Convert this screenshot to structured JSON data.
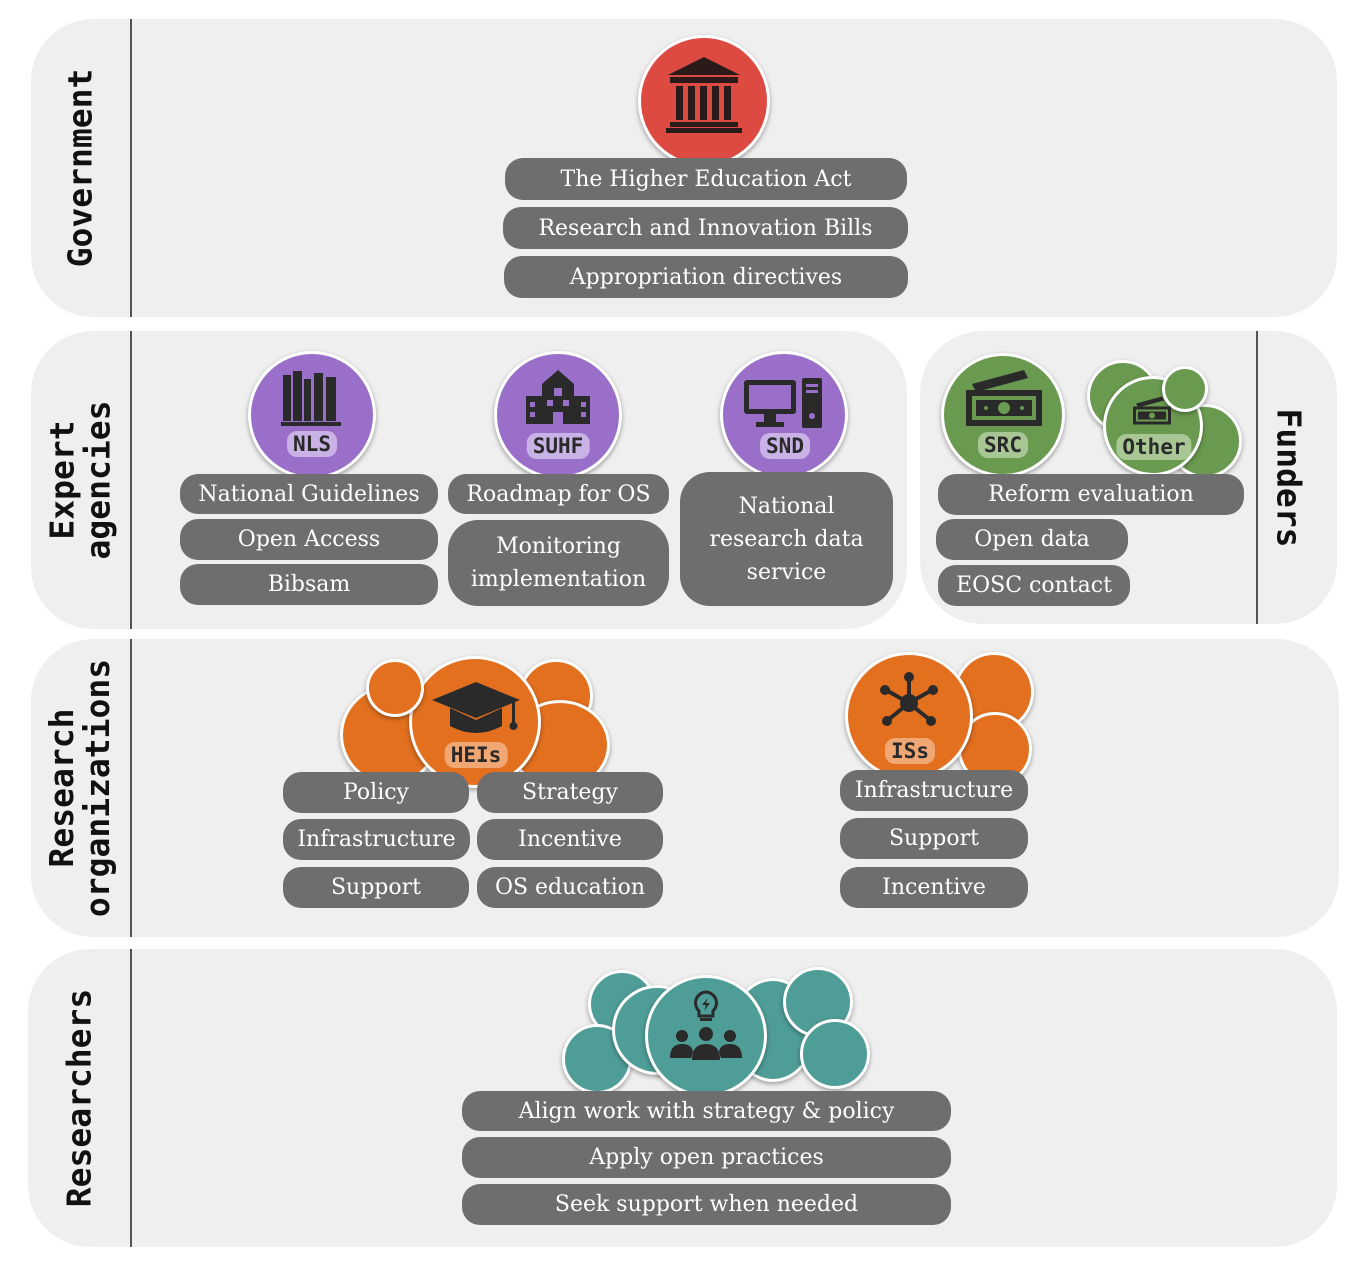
{
  "sections": {
    "government": "Government",
    "expert": "Expert agencies",
    "funders": "Funders",
    "research_orgs": "Research organizations",
    "researchers": "Researchers"
  },
  "government": {
    "icon": "government-building-icon",
    "items": [
      "The Higher Education Act",
      "Research and Innovation Bills",
      "Appropriation directives"
    ]
  },
  "expert": {
    "nls": {
      "badge": "NLS",
      "icon": "bookshelf-icon",
      "items": [
        "National Guidelines",
        "Open Access",
        "Bibsam"
      ]
    },
    "suhf": {
      "badge": "SUHF",
      "icon": "school-icon",
      "items": [
        "Roadmap for OS",
        "Monitoring implementation"
      ]
    },
    "snd": {
      "badge": "SND",
      "icon": "computer-icon",
      "items": [
        "National research data service"
      ]
    }
  },
  "funders": {
    "src": {
      "badge": "SRC",
      "icon": "money-icon"
    },
    "other": {
      "badge": "Other",
      "icon": "money-icon"
    },
    "items": [
      "Reform evaluation",
      "Open data",
      "EOSC contact"
    ]
  },
  "research_orgs": {
    "heis": {
      "badge": "HEIs",
      "icon": "graduation-cap-icon",
      "items": [
        "Policy",
        "Strategy",
        "Infrastructure",
        "Incentive",
        "Support",
        "OS education"
      ]
    },
    "iss": {
      "badge": "ISs",
      "icon": "network-hub-icon",
      "items": [
        "Infrastructure",
        "Support",
        "Incentive"
      ]
    }
  },
  "researchers": {
    "icon": "people-idea-icon",
    "items": [
      "Align work with strategy & policy",
      "Apply open practices",
      "Seek support when needed"
    ]
  },
  "colors": {
    "panel": "#efefef",
    "pill": "#6e6e6e",
    "government": "#dd4a42",
    "expert": "#9a6fca",
    "funders": "#6a9a4f",
    "research_orgs": "#e2701f",
    "researchers": "#4f9d97"
  }
}
